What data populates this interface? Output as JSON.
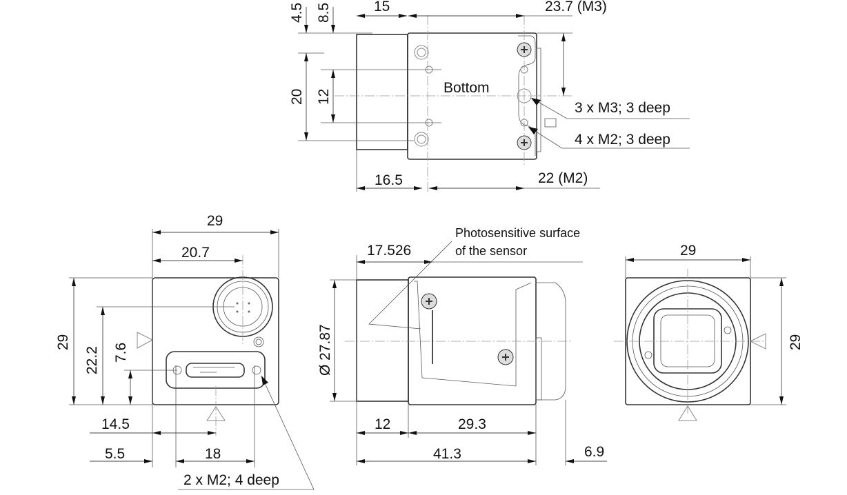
{
  "views": {
    "bottom": {
      "label": "Bottom",
      "dims": {
        "d4_5": "4.5",
        "d8_5": "8.5",
        "d15": "15",
        "d23_7": "23.7 (M3)",
        "d20": "20",
        "d12": "12",
        "d16_5": "16.5",
        "d22": "22 (M2)"
      },
      "callouts": {
        "m3": "3 x M3; 3 deep",
        "m2": "4 x M2; 3 deep"
      }
    },
    "rear": {
      "dims": {
        "w29": "29",
        "d20_7": "20.7",
        "h29": "29",
        "d22_2": "22.2",
        "d7_6": "7.6",
        "d14_5": "14.5",
        "d5_5": "5.5",
        "d18": "18"
      },
      "callout": "2 x M2; 4 deep"
    },
    "side": {
      "dims": {
        "d17_526": "17.526",
        "dia": "Ø 27.87",
        "d12": "12",
        "d29_3": "29.3",
        "d41_3": "41.3",
        "d6_9": "6.9"
      },
      "note_line1": "Photosensitive surface",
      "note_line2": "of the sensor"
    },
    "front": {
      "dims": {
        "w29": "29",
        "h29": "29"
      }
    }
  }
}
